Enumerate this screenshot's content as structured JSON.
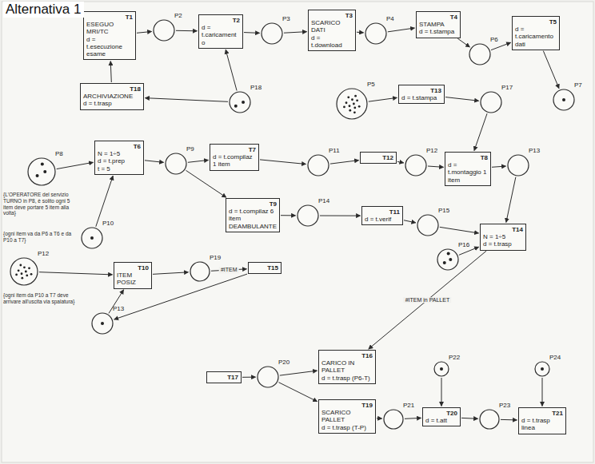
{
  "diagram": {
    "title": "Alternativa 1",
    "nodes": [
      {
        "text": [
          "T1",
          "ESEGUO MRI/TC",
          "d = t.esecuzione esame"
        ]
      },
      {
        "text": [
          "P2"
        ]
      },
      {
        "text": [
          "T2",
          "d = t.caricamento"
        ]
      },
      {
        "text": [
          "P3"
        ]
      },
      {
        "text": [
          "T3",
          "SCARICO DATI",
          "d = t.download"
        ]
      },
      {
        "text": [
          "P4"
        ]
      },
      {
        "text": [
          "T4",
          "STAMPA",
          "d = t.stampa"
        ]
      },
      {
        "text": [
          "P6"
        ]
      },
      {
        "text": [
          "T5",
          "d = t.caricamento dati"
        ]
      },
      {
        "text": [
          "P7"
        ]
      },
      {
        "text": [
          "T18",
          "ARCHIVIAZIONE",
          "d = t.trasp"
        ]
      },
      {
        "text": [
          "P18"
        ]
      },
      {
        "text": [
          "P5"
        ]
      },
      {
        "text": [
          "T13",
          "d = t.stampa"
        ]
      },
      {
        "text": [
          "P17"
        ]
      },
      {
        "text": [
          "P8"
        ]
      },
      {
        "text": [
          "T6",
          "N = 1÷5",
          "d = t.prep",
          "t = 5"
        ]
      },
      {
        "text": [
          "P9"
        ]
      },
      {
        "text": [
          "T7",
          "d = t.compilaz 1 item"
        ]
      },
      {
        "text": [
          "P11"
        ]
      },
      {
        "text": [
          "T12"
        ]
      },
      {
        "text": [
          "P12"
        ]
      },
      {
        "text": [
          "T8",
          "d = t.montaggio 1 item"
        ]
      },
      {
        "text": [
          "P13"
        ]
      },
      {
        "text": [
          "T9",
          "d = t.compilaz 6 item",
          "DEAMBULANTE"
        ]
      },
      {
        "text": [
          "P14"
        ]
      },
      {
        "text": [
          "T11",
          "d = t.verif"
        ]
      },
      {
        "text": [
          "P15"
        ]
      },
      {
        "text": [
          "P16"
        ]
      },
      {
        "text": [
          "T14",
          "N = 1÷5",
          "d = t.trasp"
        ]
      },
      {
        "text": [
          "P10"
        ]
      },
      {
        "text": [
          "P12"
        ]
      },
      {
        "text": [
          "T10",
          "ITEM",
          "POSIZ"
        ]
      },
      {
        "text": [
          "P19"
        ]
      },
      {
        "text": [
          "T15"
        ]
      },
      {
        "text": [
          "P13"
        ]
      },
      {
        "text": [
          "T17"
        ]
      },
      {
        "text": [
          "P20"
        ]
      },
      {
        "text": [
          "T16",
          "CARICO IN PALLET",
          "d = t.trasp (P6-T)"
        ]
      },
      {
        "text": [
          "T19",
          "SCARICO PALLET",
          "d = t.trasp (T-P)"
        ]
      },
      {
        "text": [
          "P21"
        ]
      },
      {
        "text": [
          "T20",
          "d = t.att"
        ]
      },
      {
        "text": [
          "P22"
        ]
      },
      {
        "text": [
          "P23"
        ]
      },
      {
        "text": [
          "T21",
          "d = t.trasp linea"
        ]
      },
      {
        "text": [
          "P24"
        ]
      }
    ],
    "edges": [
      {
        "from": 0,
        "to": 1,
        "arrow": "to"
      },
      {
        "from": 1,
        "to": 2,
        "arrow": "to"
      },
      {
        "from": 2,
        "to": 3,
        "arrow": "to"
      },
      {
        "from": 3,
        "to": 4,
        "arrow": "to"
      },
      {
        "from": 4,
        "to": 5,
        "arrow": "to"
      },
      {
        "from": 5,
        "to": 6,
        "arrow": "to"
      },
      {
        "from": 6,
        "to": 7,
        "arrow": "to"
      },
      {
        "from": 7,
        "to": 8,
        "arrow": "to"
      },
      {
        "from": 8,
        "to": 9,
        "arrow": "to"
      },
      {
        "from": 10,
        "to": 0,
        "arrow": "to"
      },
      {
        "from": 11,
        "to": 10,
        "arrow": "to"
      },
      {
        "from": 11,
        "to": 2,
        "arrow": "to"
      },
      {
        "from": 12,
        "to": 13,
        "arrow": "to"
      },
      {
        "from": 13,
        "to": 14,
        "arrow": "to"
      },
      {
        "from": 14,
        "to": 22,
        "arrow": "to"
      },
      {
        "from": 15,
        "to": 16,
        "arrow": "to"
      },
      {
        "from": 16,
        "to": 17,
        "arrow": "to"
      },
      {
        "from": 17,
        "to": 18,
        "arrow": "to"
      },
      {
        "from": 18,
        "to": 19,
        "arrow": "to"
      },
      {
        "from": 19,
        "to": 20,
        "arrow": "to"
      },
      {
        "from": 20,
        "to": 21,
        "arrow": "to"
      },
      {
        "from": 21,
        "to": 22,
        "arrow": "to"
      },
      {
        "from": 22,
        "to": 23,
        "arrow": "to"
      },
      {
        "from": 23,
        "to": 29,
        "arrow": "to"
      },
      {
        "from": 17,
        "to": 24,
        "arrow": "to"
      },
      {
        "from": 24,
        "to": 25,
        "arrow": "to"
      },
      {
        "from": 25,
        "to": 26,
        "arrow": "to"
      },
      {
        "from": 26,
        "to": 27,
        "arrow": "to"
      },
      {
        "from": 27,
        "to": 29,
        "arrow": "to"
      },
      {
        "from": 28,
        "to": 29,
        "arrow": "to"
      },
      {
        "from": 30,
        "to": 16,
        "arrow": "to"
      },
      {
        "from": 31,
        "to": 32,
        "arrow": "to"
      },
      {
        "from": 32,
        "to": 33,
        "arrow": "to"
      },
      {
        "from": 33,
        "to": 34,
        "label": "#ITEM",
        "arrow": "to"
      },
      {
        "from": 34,
        "to": 35,
        "arrow": "to"
      },
      {
        "from": 35,
        "to": 32,
        "arrow": "to"
      },
      {
        "from": 29,
        "to": 38,
        "label": "#ITEM in PALLET",
        "arrow": "to"
      },
      {
        "from": 36,
        "to": 37,
        "arrow": "to"
      },
      {
        "from": 37,
        "to": 38,
        "arrow": "to"
      },
      {
        "from": 37,
        "to": 39,
        "arrow": "to"
      },
      {
        "from": 39,
        "to": 40,
        "arrow": "to"
      },
      {
        "from": 40,
        "to": 41,
        "arrow": "to"
      },
      {
        "from": 42,
        "to": 41,
        "arrow": "to"
      },
      {
        "from": 41,
        "to": 43,
        "arrow": "to"
      },
      {
        "from": 43,
        "to": 44,
        "arrow": "to"
      },
      {
        "from": 45,
        "to": 44,
        "arrow": "to"
      }
    ],
    "labels": [
      "{L'OPERATORE del servizio TURNO in P8, è solito ogni 5 item deve portare 5 item alla volta}",
      "{ogni item va da P6 a T6 e da P10 a T7}",
      "{ogni item da P10 a T7 deve arrivare all'uscita via spalatura}"
    ]
  }
}
